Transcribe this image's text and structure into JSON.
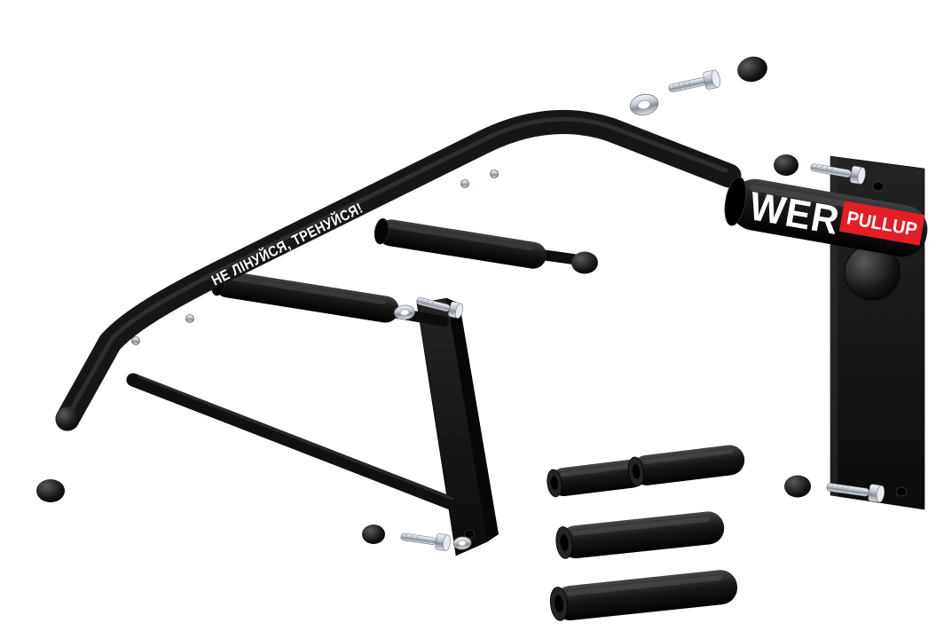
{
  "image": {
    "type": "product-render",
    "subject": "Exploded view of a black wall-mounted pull-up bar with mounting hardware and foam grips"
  },
  "branding": {
    "logo_fragment": "WER",
    "badge_label": "PULLUP",
    "slogan": "НЕ ЛІНУЙСЯ, ТРЕНУЙСЯ!"
  },
  "colors": {
    "frame_black": "#141414",
    "badge_red": "#e31e25",
    "text_white": "#ffffff",
    "chrome": "#c6cbd2",
    "background": "#ffffff"
  },
  "parts": [
    "main-handle-bar",
    "left-grip-bar",
    "right-grip-bar",
    "lower-rail-tube",
    "wall-bracket-middle",
    "wall-bracket-right",
    "mount-knob",
    "foam-grip",
    "mounting-bolt",
    "washer",
    "end-cap"
  ]
}
